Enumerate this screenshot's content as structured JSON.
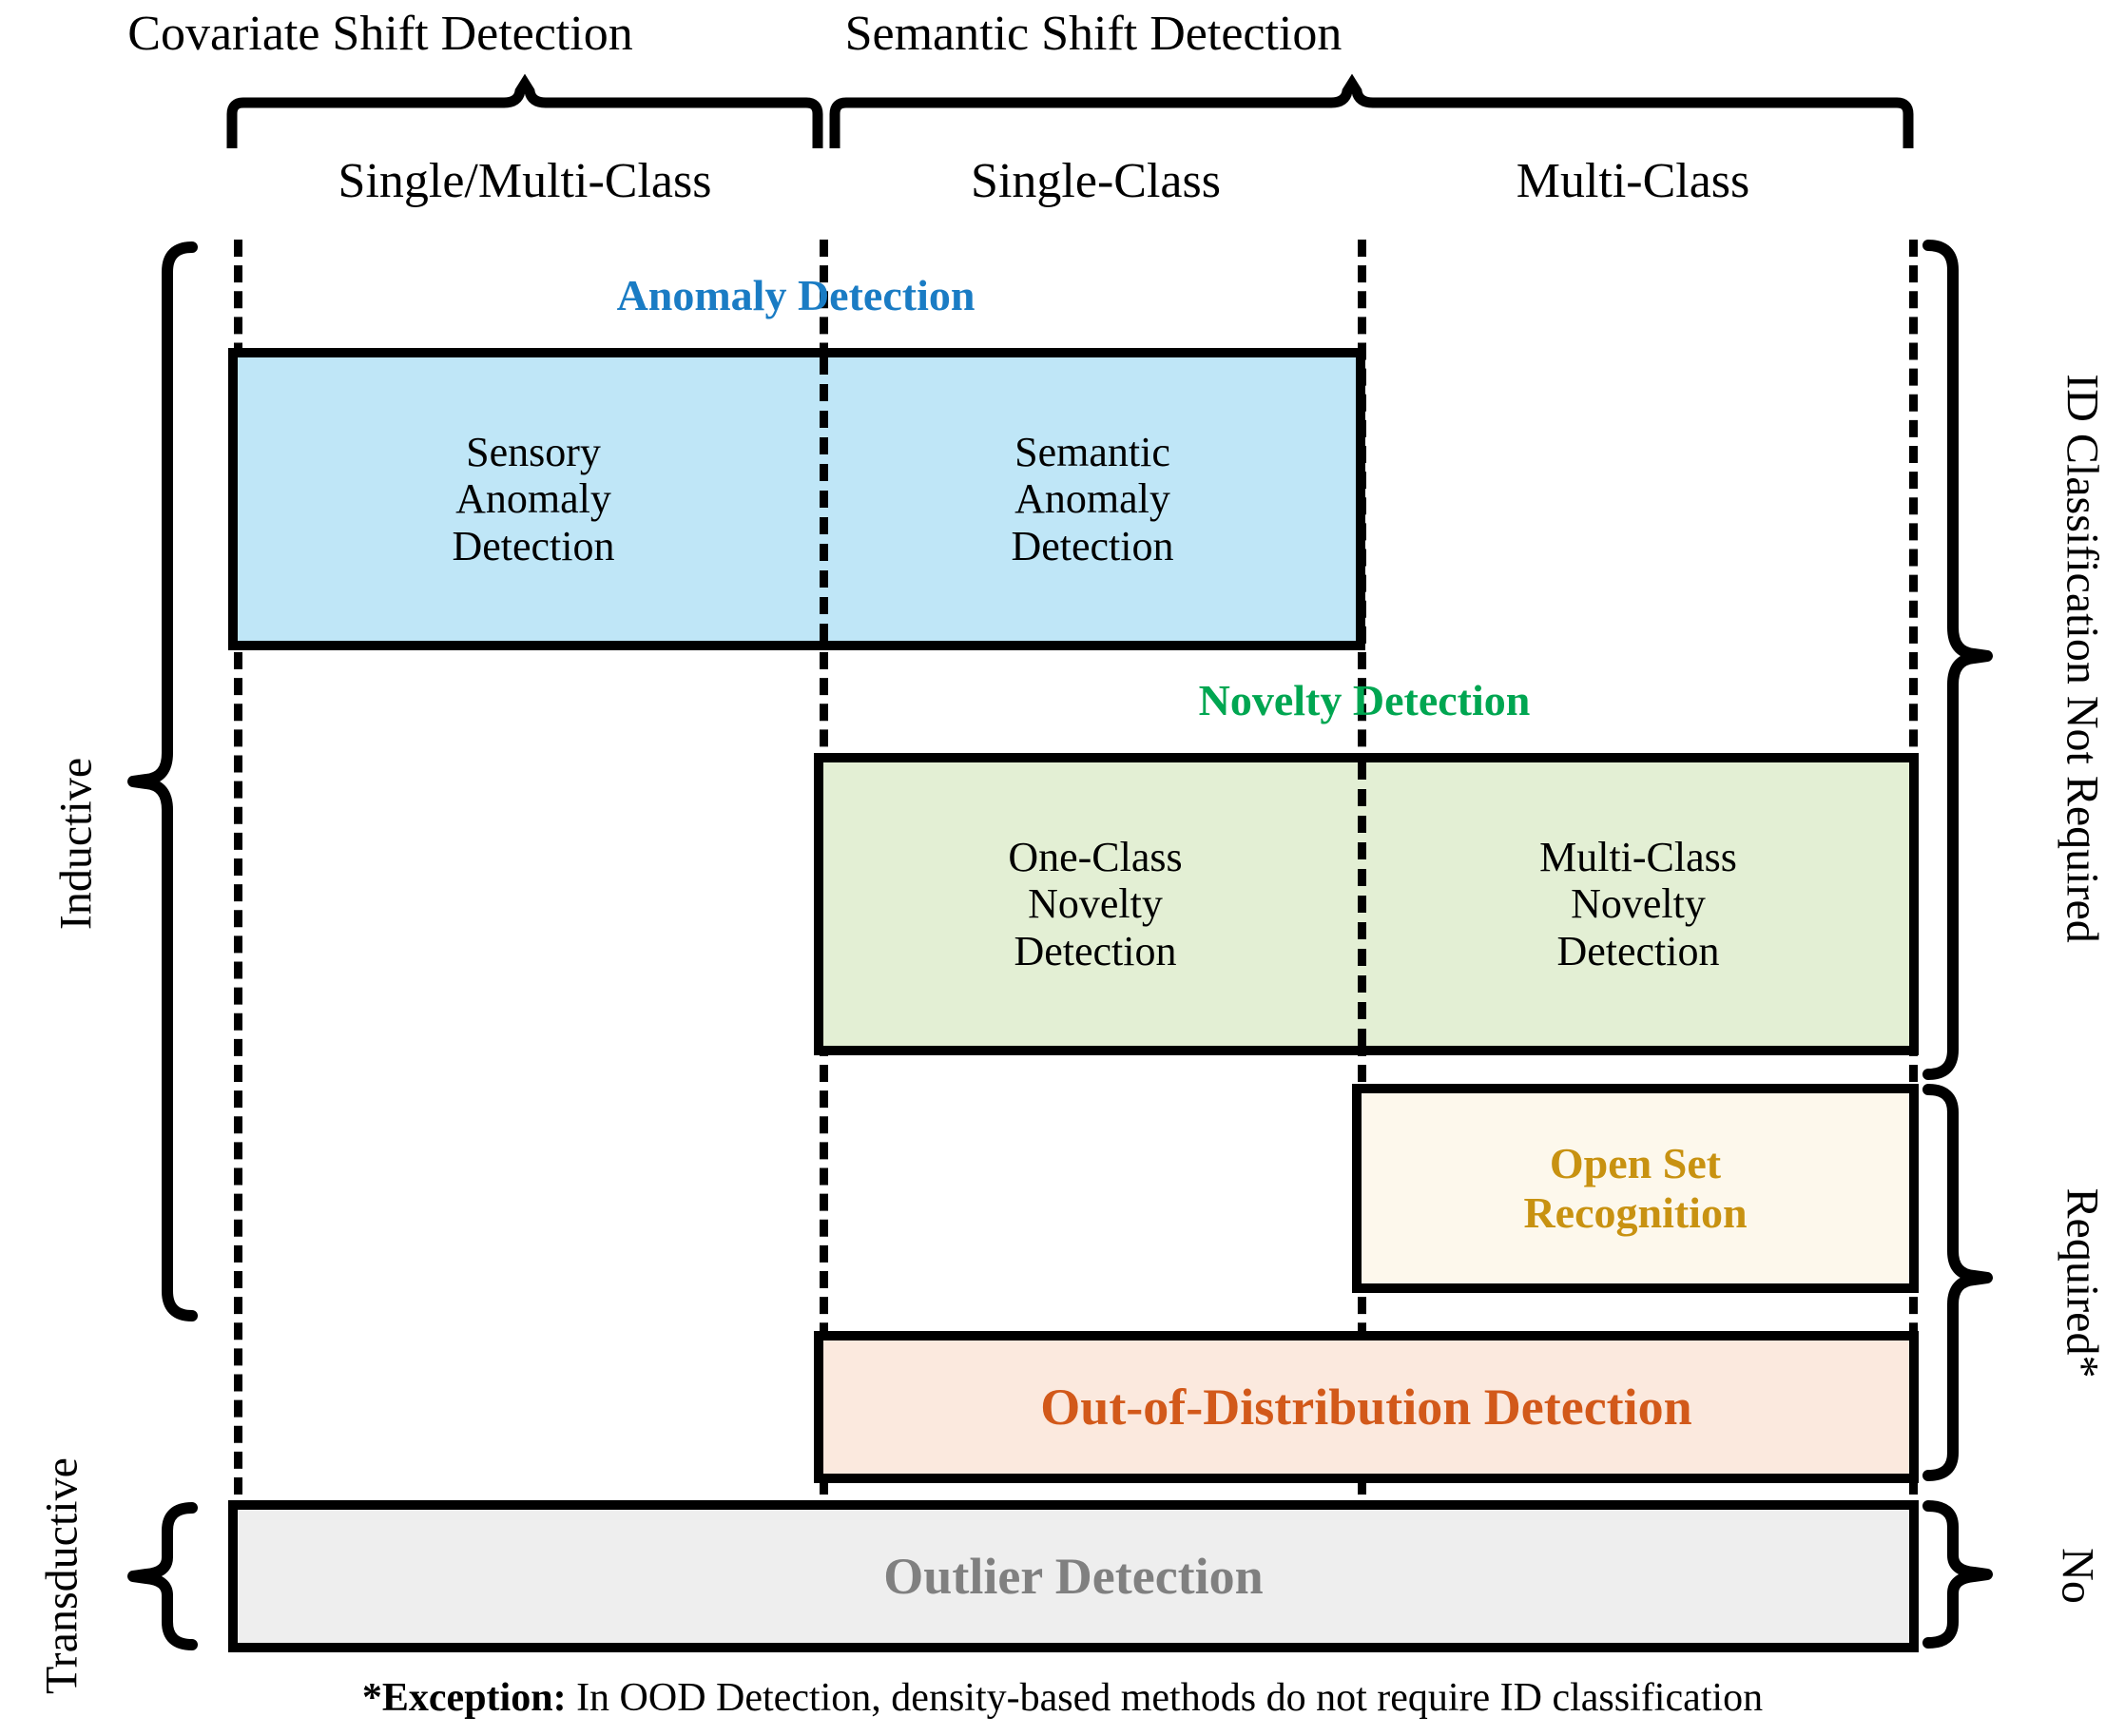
{
  "diagram": {
    "top_groups": [
      {
        "label": "Covariate Shift Detection"
      },
      {
        "label": "Semantic Shift Detection"
      }
    ],
    "columns": [
      {
        "label": "Single/Multi-Class"
      },
      {
        "label": "Single-Class"
      },
      {
        "label": "Multi-Class"
      }
    ],
    "left_labels": [
      {
        "label": "Inductive"
      },
      {
        "label": "Transductive"
      }
    ],
    "right_labels": [
      {
        "label": "ID Classification Not Required"
      },
      {
        "label": "Required*"
      },
      {
        "label": "No"
      }
    ],
    "categories": [
      {
        "title": "Anomaly Detection",
        "color": "#1a7cc4",
        "fill": "#bfe6f7",
        "cells": [
          {
            "label": "Sensory\nAnomaly\nDetection"
          },
          {
            "label": "Semantic\nAnomaly\nDetection"
          }
        ]
      },
      {
        "title": "Novelty Detection",
        "color": "#00a651",
        "fill": "#e3efd4",
        "cells": [
          {
            "label": "One-Class\nNovelty\nDetection"
          },
          {
            "label": "Multi-Class\nNovelty\nDetection"
          }
        ]
      },
      {
        "title": "",
        "color": "#c89211",
        "fill": "#fdf8ec",
        "cells": [
          {
            "label": "Open Set\nRecognition"
          }
        ]
      },
      {
        "title": "",
        "color": "#d2591a",
        "fill": "#fbe9de",
        "cells": [
          {
            "label": "Out-of-Distribution Detection"
          }
        ]
      },
      {
        "title": "",
        "color": "#808080",
        "fill": "#eeeeee",
        "cells": [
          {
            "label": "Outlier Detection"
          }
        ]
      }
    ],
    "box_labels": {
      "sensory_anomaly": "Sensory Anomaly Detection",
      "semantic_anomaly": "Semantic Anomaly Detection",
      "one_class_novelty": "One-Class Novelty Detection",
      "multi_class_novelty": "Multi-Class Novelty Detection",
      "open_set_recognition": "Open Set Recognition",
      "ood_detection": "Out-of-Distribution Detection",
      "outlier_detection": "Outlier Detection"
    },
    "box_lines": {
      "sensory_anomaly": [
        "Sensory",
        "Anomaly",
        "Detection"
      ],
      "semantic_anomaly": [
        "Semantic",
        "Anomaly",
        "Detection"
      ],
      "one_class_novelty": [
        "One-Class",
        "Novelty",
        "Detection"
      ],
      "multi_class_novelty": [
        "Multi-Class",
        "Novelty",
        "Detection"
      ],
      "open_set_recognition": [
        "Open Set",
        "Recognition"
      ],
      "ood_detection": [
        "Out-of-Distribution Detection"
      ],
      "outlier_detection": [
        "Outlier Detection"
      ]
    },
    "footnote": {
      "marker": "*Exception:",
      "text": " In OOD Detection, density-based methods do not require ID classification"
    }
  }
}
